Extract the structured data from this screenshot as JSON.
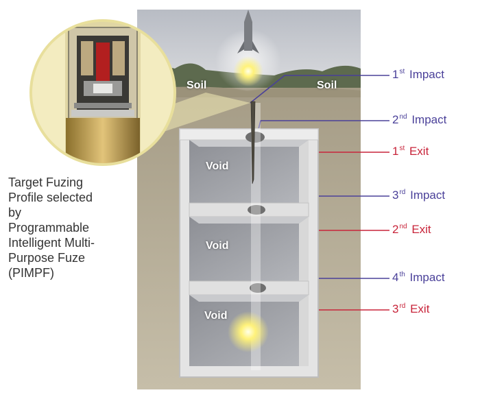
{
  "caption": {
    "lines": [
      "Target Fuzing",
      "Profile selected",
      "by",
      "Programmable",
      "Intelligent Multi-",
      "Purpose Fuze",
      "(PIMPF)"
    ]
  },
  "layers": {
    "soil_left": "Soil",
    "soil_right": "Soil"
  },
  "voids": [
    "Void",
    "Void",
    "Void"
  ],
  "callouts": [
    {
      "num": "1",
      "sup": "st",
      "word": "Impact",
      "kind": "impact"
    },
    {
      "num": "2",
      "sup": "nd",
      "word": "Impact",
      "kind": "impact"
    },
    {
      "num": "1",
      "sup": "st",
      "word": "Exit",
      "kind": "exit"
    },
    {
      "num": "3",
      "sup": "rd",
      "word": "Impact",
      "kind": "impact"
    },
    {
      "num": "2",
      "sup": "nd",
      "word": "Exit",
      "kind": "exit"
    },
    {
      "num": "4",
      "sup": "th",
      "word": "Impact",
      "kind": "impact"
    },
    {
      "num": "3",
      "sup": "rd",
      "word": "Exit",
      "kind": "exit"
    }
  ],
  "colors": {
    "impact": "#4a4099",
    "exit": "#c8243a",
    "sky": "#c9ccd2",
    "soil": "#b9b09a",
    "concrete": "#e6e6e6",
    "void": "#9a9ca2"
  }
}
